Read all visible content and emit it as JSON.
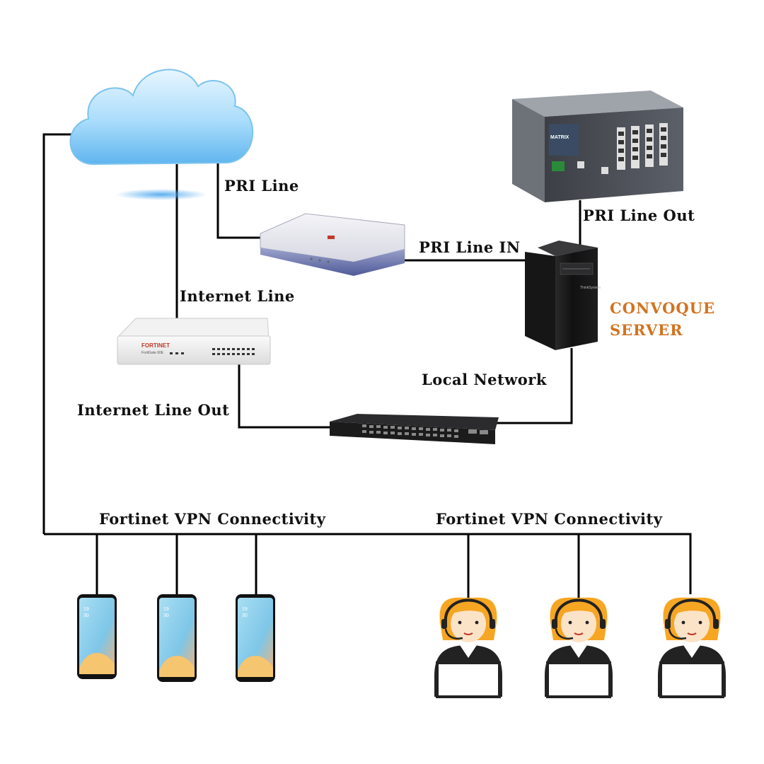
{
  "labels": {
    "pri_line": "PRI Line",
    "pri_line_out": "PRI Line Out",
    "pri_line_in": "PRI Line IN",
    "internet_line": "Internet Line",
    "internet_line_out": "Internet Line Out",
    "local_network": "Local Network",
    "server_name_1": "CONVOQUE",
    "server_name_2": "SERVER",
    "vpn_left": "Fortinet VPN Connectivity",
    "vpn_right": "Fortinet VPN Connectivity"
  },
  "device_text": {
    "firewall_brand": "FORTINET",
    "firewall_model": "FortiGate 60E",
    "pbx_brand": "MATRIX",
    "server_brand": "ThinkSystem",
    "phone_time_hour": "19",
    "phone_time_min": "30"
  },
  "icons": [
    "cloud-icon",
    "pri-modem-icon",
    "firewall-icon",
    "pbx-gateway-icon",
    "server-tower-icon",
    "network-switch-icon",
    "smartphone-icon",
    "agent-headset-icon"
  ],
  "colors": {
    "server_label": "#d2731f",
    "line": "#000000"
  }
}
